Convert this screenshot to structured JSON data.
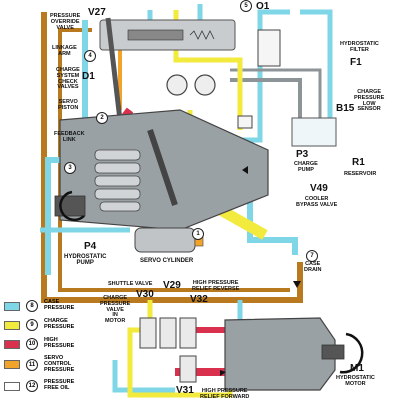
{
  "labels": {
    "V27": "V27",
    "pressure_override_valve": "PRESSURE\nOVERRIDE\nVALVE",
    "linkage_arm": "LINKAGE\nARM",
    "charge_check": "CHARGE\nSYSTEM\nCHECK\nVALVES",
    "D1": "D1",
    "servo_piston": "SERVO\nPISTON",
    "feedback_link": "FEEDBACK\nLINK",
    "P4": "P4",
    "hydrostatic_pump": "HYDROSTATIC\nPUMP",
    "servo_cylinder": "SERVO CYLINDER",
    "O1": "O1",
    "hydrostatic_filter": "HYDROSTATIC\nFILTER",
    "F1": "F1",
    "charge_pressure_low_sensor": "CHARGE\nPRESSURE\nLOW\nSENSOR",
    "B15": "B15",
    "P3": "P3",
    "charge_pump": "CHARGE\nPUMP",
    "R1": "R1",
    "reservoir": "RESERVOIR",
    "V49": "V49",
    "cooler_bypass": "COOLER\nBYPASS VALVE",
    "case_drain": "CASE\nDRAIN",
    "shuttle_valve": "SHUTTLE VALVE",
    "V30": "V30",
    "charge_pressure_valve": "CHARGE\nPRESSURE\nVALVE\nIN\nMOTOR",
    "V29": "V29",
    "hp_relief_reverse": "HIGH PRESSURE\nRELIEF REVERSE",
    "V32": "V32",
    "V31": "V31",
    "hp_relief_forward": "HIGH PRESSURE\nRELIEF FORWARD",
    "M1": "M1",
    "hydrostatic_motor": "HYDROSTATIC\nMOTOR"
  },
  "callouts": {
    "n1": "1",
    "n2": "2",
    "n3": "3",
    "n4": "4",
    "n5": "5",
    "n7": "7"
  },
  "legend": [
    {
      "num": "8",
      "text": "CASE\nPRESSURE",
      "color": "#7fd6e6"
    },
    {
      "num": "9",
      "text": "CHARGE\nPRESSURE",
      "color": "#f2ea3c"
    },
    {
      "num": "10",
      "text": "HIGH\nPRESSURE",
      "color": "#d9304e"
    },
    {
      "num": "11",
      "text": "SERVO\nCONTROL\nPRESSURE",
      "color": "#f2a32a"
    },
    {
      "num": "12",
      "text": "PRESSURE\nFREE OIL",
      "color": "#ffffff"
    }
  ],
  "colors": {
    "case": "#7fd6e6",
    "charge": "#f2ea3c",
    "high": "#d9304e",
    "servo": "#f2a32a",
    "drain": "#b8791f",
    "gray": "#8d9498"
  }
}
